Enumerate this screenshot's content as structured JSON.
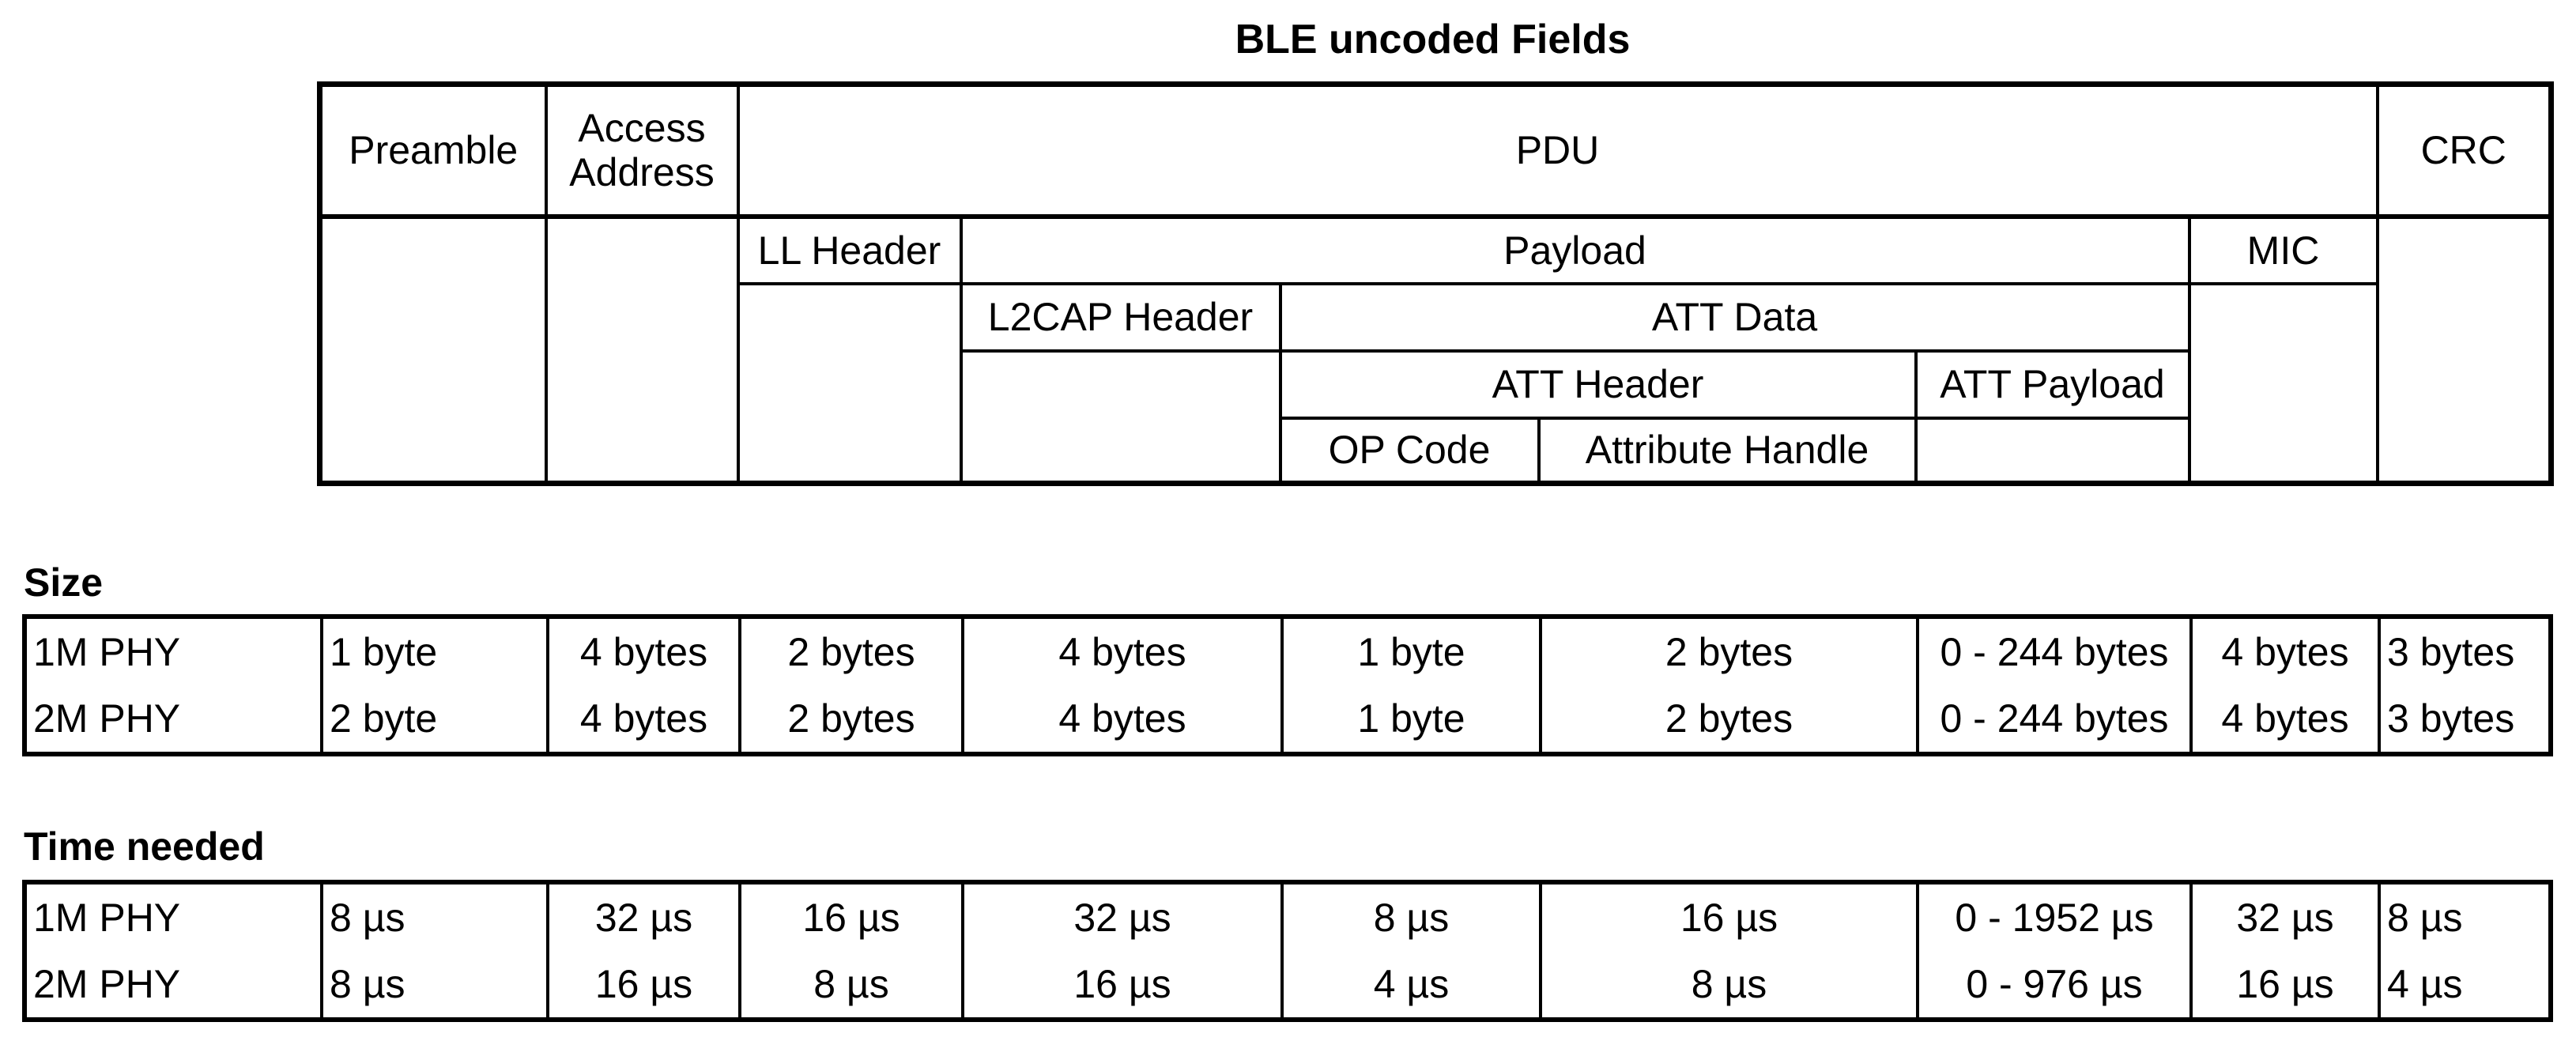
{
  "title": "BLE uncoded Fields",
  "packet": {
    "preamble": "Preamble",
    "access_address": "Access Address",
    "pdu": "PDU",
    "crc": "CRC",
    "ll_header": "LL Header",
    "payload": "Payload",
    "mic": "MIC",
    "l2cap_header": "L2CAP Header",
    "att_data": "ATT Data",
    "att_header": "ATT Header",
    "att_payload": "ATT Payload",
    "op_code": "OP Code",
    "attribute_handle": "Attribute Handle"
  },
  "size": {
    "label": "Size",
    "rows": [
      {
        "phy": "1M PHY",
        "values": [
          "1 byte",
          "4 bytes",
          "2 bytes",
          "4 bytes",
          "1 byte",
          "2 bytes",
          "0 - 244 bytes",
          "4 bytes",
          "3 bytes"
        ]
      },
      {
        "phy": "2M PHY",
        "values": [
          "2 byte",
          "4 bytes",
          "2 bytes",
          "4 bytes",
          "1 byte",
          "2 bytes",
          "0 - 244 bytes",
          "4 bytes",
          "3 bytes"
        ]
      }
    ]
  },
  "time": {
    "label": "Time needed",
    "rows": [
      {
        "phy": "1M PHY",
        "values": [
          "8 µs",
          "32 µs",
          "16 µs",
          "32 µs",
          "8 µs",
          "16 µs",
          "0 - 1952 µs",
          "32 µs",
          "8 µs"
        ]
      },
      {
        "phy": "2M PHY",
        "values": [
          "8 µs",
          "16 µs",
          "8 µs",
          "16 µs",
          "4 µs",
          "8 µs",
          "0 - 976 µs",
          "16 µs",
          "4 µs"
        ]
      }
    ]
  }
}
